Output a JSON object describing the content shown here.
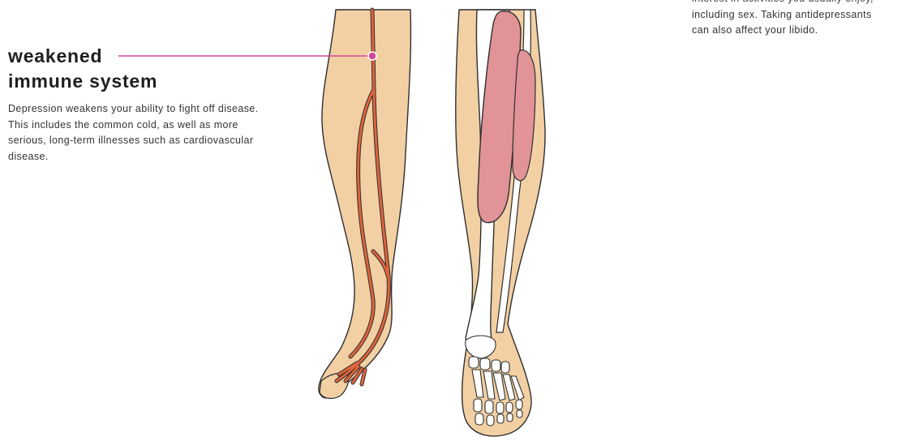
{
  "left_callout": {
    "title_line1": "weakened",
    "title_line2": "immune system",
    "body": "Depression weakens your ability to fight off disease. This includes the common cold, as well as more serious, long-term illnesses such as cardiovascular disease."
  },
  "right_callout": {
    "cut_line": "interest in activities you usually enjoy,",
    "body_line1": "including sex. Taking antidepressants",
    "body_line2": "can also affect your libido."
  },
  "colors": {
    "skin": "#f2d0a4",
    "outline": "#2f2f2f",
    "vessel": "#e0633a",
    "muscle": "#e19398",
    "bone": "#ffffff",
    "accent_pointer": "#d0479a"
  },
  "icons": {
    "pointer": "callout-pointer-dot"
  }
}
